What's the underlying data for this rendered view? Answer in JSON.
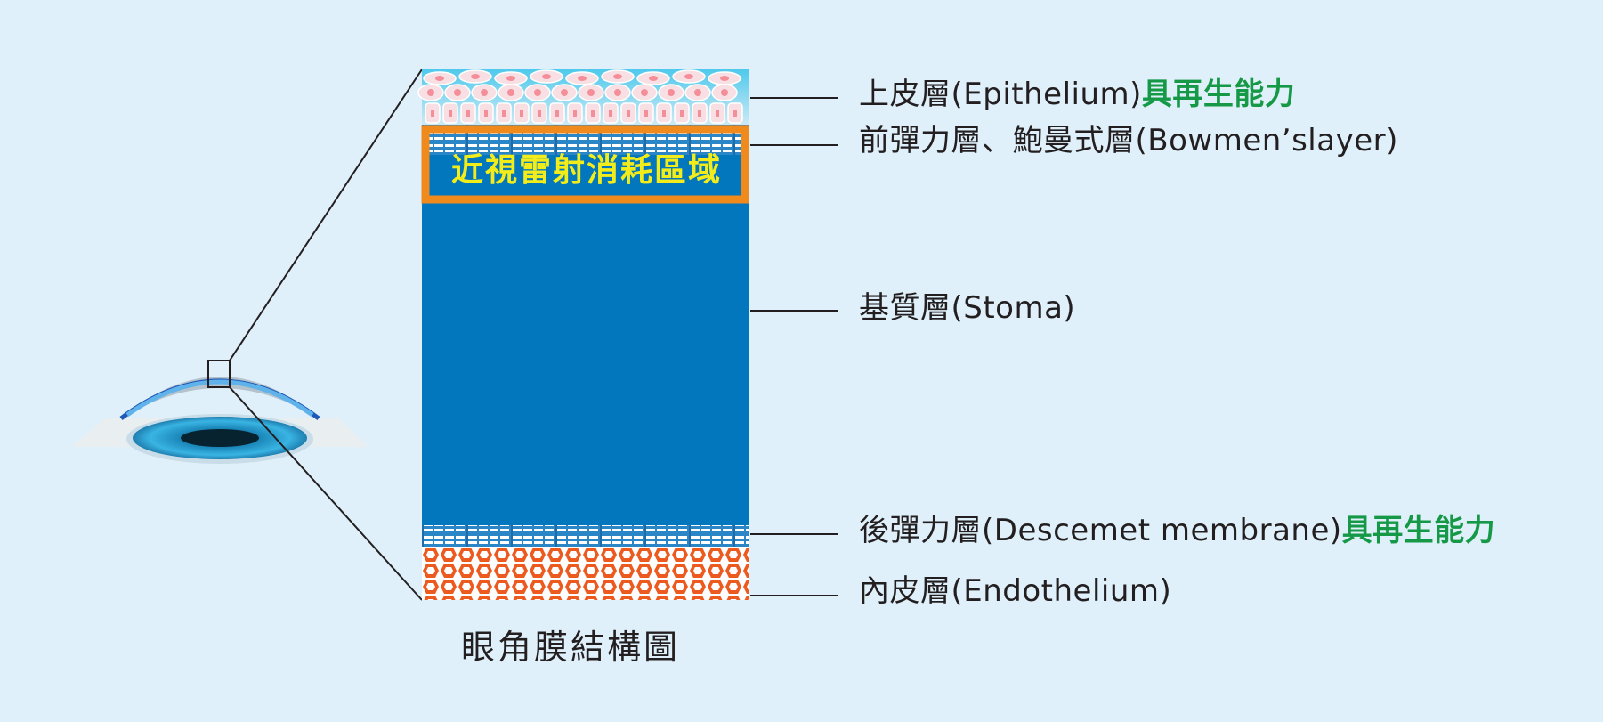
{
  "layers": {
    "epithelium": {
      "name": "上皮層(Epithelium)",
      "note": "具再生能力"
    },
    "bowman": {
      "name": "前彈力層、鮑曼式層(Bowmen’slayer)"
    },
    "stroma": {
      "name": "基質層(Stoma)"
    },
    "descemet": {
      "name": "後彈力層(Descemet membrane)",
      "note": "具再生能力"
    },
    "endothelium": {
      "name": "內皮層(Endothelium)"
    }
  },
  "laser_zone_label": "近視雷射消耗區域",
  "caption": "眼角膜結構圖",
  "colors": {
    "background": "#dff0fa",
    "stroma": "#0277be",
    "epithelium": "#5bd0ef",
    "cell_nucleus": "#f48e98",
    "laser_zone_border": "#f08a1c",
    "laser_text": "#f2ec1a",
    "endothelium": "#ec5a1f",
    "regeneration_note": "#159947"
  }
}
